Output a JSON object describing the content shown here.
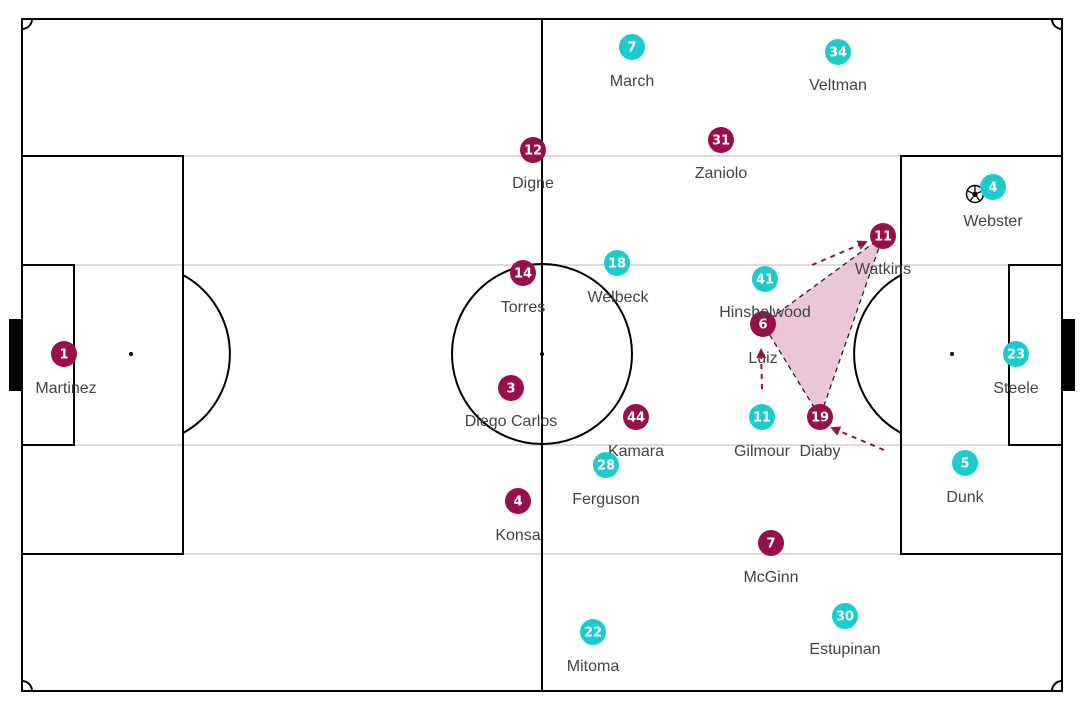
{
  "colors": {
    "home": "#990f4b",
    "away": "#1ccbcb",
    "shape_fill": "#e6bcd1",
    "pitch_line": "#000000",
    "band_line": "#dcdcdc"
  },
  "players": [
    {
      "team": "home",
      "number": "1",
      "name": "Martinez"
    },
    {
      "team": "home",
      "number": "12",
      "name": "Digne"
    },
    {
      "team": "home",
      "number": "14",
      "name": "Torres"
    },
    {
      "team": "home",
      "number": "3",
      "name": "Diego Carlos"
    },
    {
      "team": "home",
      "number": "4",
      "name": "Konsa"
    },
    {
      "team": "home",
      "number": "44",
      "name": "Kamara"
    },
    {
      "team": "home",
      "number": "31",
      "name": "Zaniolo"
    },
    {
      "team": "home",
      "number": "6",
      "name": "Luiz"
    },
    {
      "team": "home",
      "number": "11",
      "name": "Watkins"
    },
    {
      "team": "home",
      "number": "19",
      "name": "Diaby"
    },
    {
      "team": "home",
      "number": "7",
      "name": "McGinn"
    },
    {
      "team": "away",
      "number": "7",
      "name": "March"
    },
    {
      "team": "away",
      "number": "34",
      "name": "Veltman"
    },
    {
      "team": "away",
      "number": "4",
      "name": "Webster"
    },
    {
      "team": "away",
      "number": "18",
      "name": "Welbeck"
    },
    {
      "team": "away",
      "number": "41",
      "name": "Hinshelwood"
    },
    {
      "team": "away",
      "number": "11",
      "name": "Gilmour"
    },
    {
      "team": "away",
      "number": "28",
      "name": "Ferguson"
    },
    {
      "team": "away",
      "number": "23",
      "name": "Steele"
    },
    {
      "team": "away",
      "number": "5",
      "name": "Dunk"
    },
    {
      "team": "away",
      "number": "30",
      "name": "Estupinan"
    },
    {
      "team": "away",
      "number": "22",
      "name": "Mitoma"
    }
  ],
  "ball_icon": "soccer-ball-icon"
}
